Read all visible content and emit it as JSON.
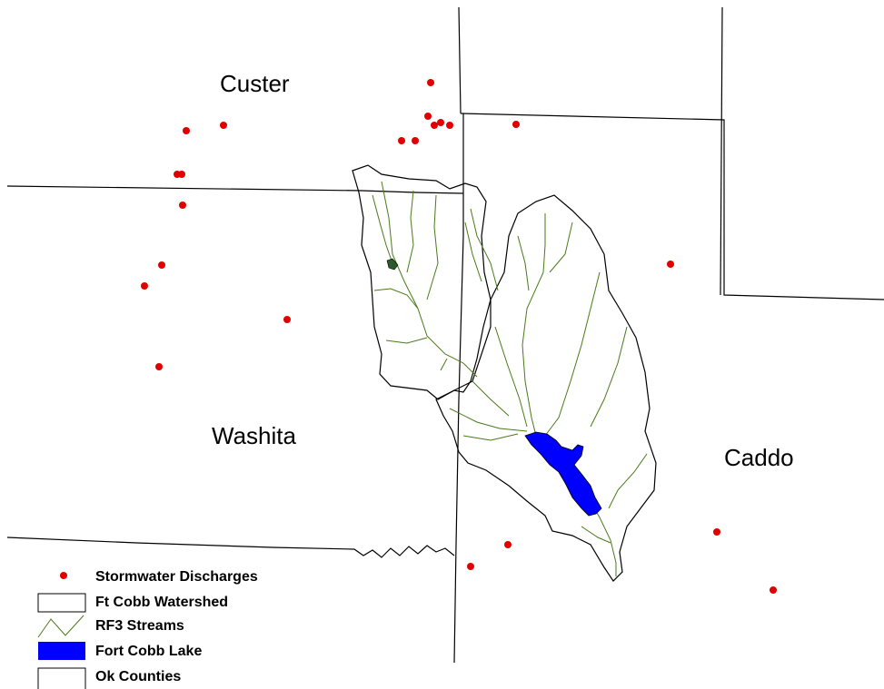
{
  "counties": {
    "custer": "Custer",
    "washita": "Washita",
    "caddo": "Caddo"
  },
  "legend": {
    "stormwater": "Stormwater Discharges",
    "watershed": "Ft Cobb Watershed",
    "streams": "RF3 Streams",
    "lake": "Fort Cobb Lake",
    "counties": "Ok Counties"
  },
  "colors": {
    "discharge": "#e00000",
    "stream": "#4a7a1a",
    "lake": "#0000ff",
    "boundary": "#000000"
  },
  "icons": {
    "discharge": "red-dot-icon",
    "watershed": "hollow-rectangle-icon",
    "streams": "stream-line-icon",
    "lake": "filled-blue-rectangle-icon",
    "counties": "county-outline-icon"
  }
}
